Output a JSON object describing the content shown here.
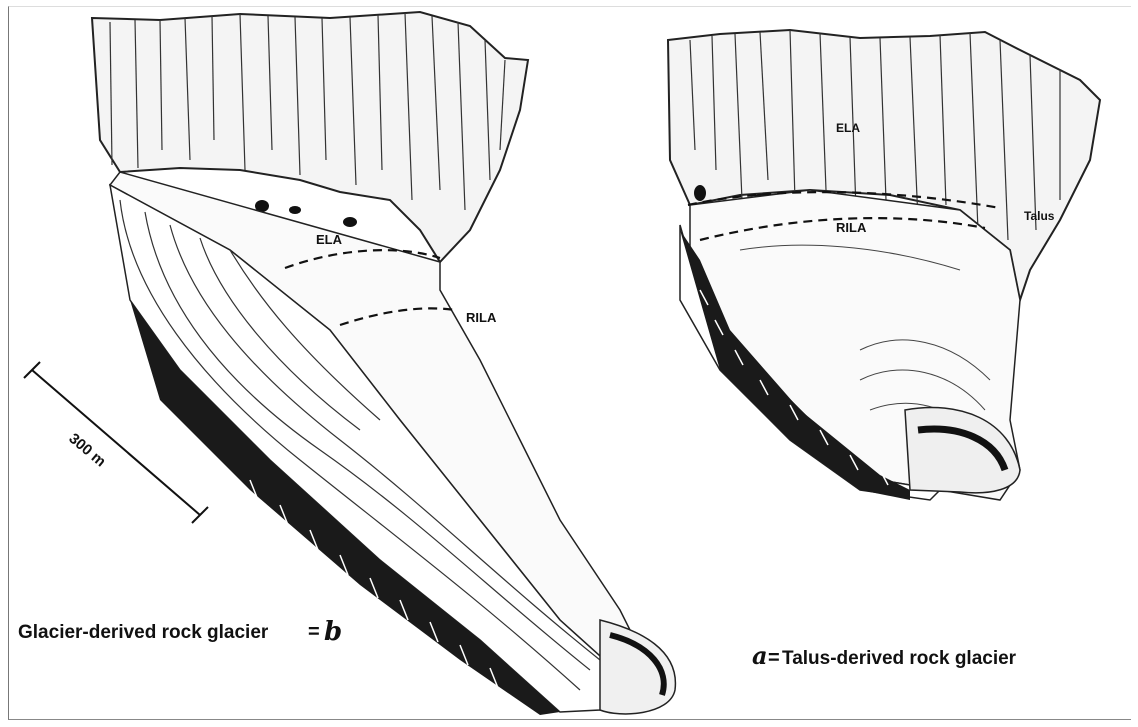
{
  "diagram": {
    "left_panel": {
      "ela_label": "ELA",
      "rila_label": "RILA",
      "scale_label": "300 m",
      "caption_text": "Glacier-derived rock glacier",
      "caption_marker": "b"
    },
    "right_panel": {
      "ela_label": "ELA",
      "rila_label": "RILA",
      "talus_label": "Talus",
      "caption_marker": "a",
      "caption_text": "Talus-derived rock glacier"
    }
  }
}
